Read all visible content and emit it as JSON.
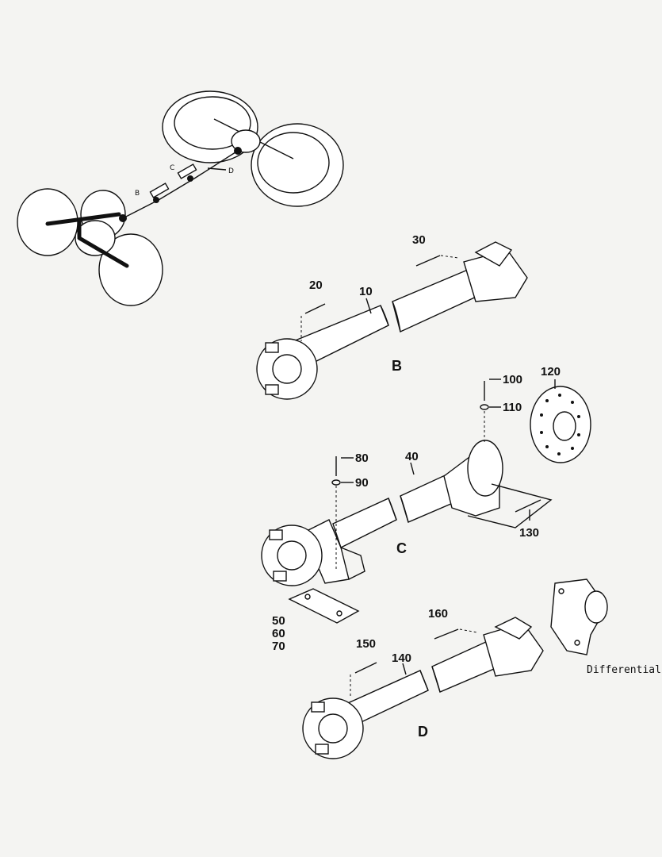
{
  "overview": {
    "point_b": "B",
    "point_c": "C",
    "point_d": "D"
  },
  "sections": {
    "b": "B",
    "c": "C",
    "d": "D"
  },
  "labels": {
    "p10": "10",
    "p20": "20",
    "p30": "30",
    "p40": "40",
    "p50": "50",
    "p60": "60",
    "p70": "70",
    "p80": "80",
    "p90": "90",
    "p100": "100",
    "p110": "110",
    "p120": "120",
    "p130": "130",
    "p140": "140",
    "p150": "150",
    "p160": "160"
  },
  "differential_label": "Differential"
}
